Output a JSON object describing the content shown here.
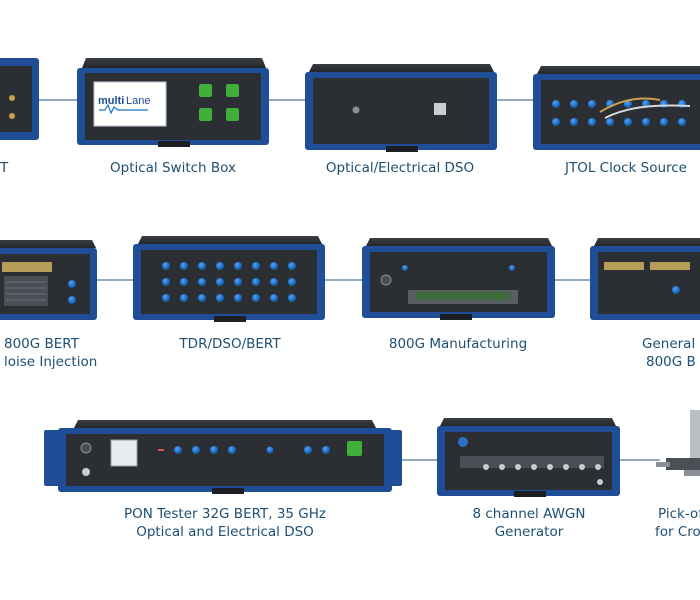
{
  "captions": {
    "c1": "T",
    "c2": "Optical Switch Box",
    "c3": "Optical/Electrical DSO",
    "c4": "JTOL Clock Source",
    "c5a": "800G BERT",
    "c5b": "loise Injection",
    "c6": "TDR/DSO/BERT",
    "c7": "800G Manufacturing",
    "c8a": "General P",
    "c8b": "800G B",
    "c9a": "PON Tester 32G BERT, 35 GHz",
    "c9b": "Optical and Electrical DSO",
    "c10a": "8 channel AWGN",
    "c10b": "Generator",
    "c11a": "Pick-of",
    "c11b": "for Cro"
  },
  "logo": {
    "text": "multiLane"
  },
  "colors": {
    "chassis_blue": "#1f4e96",
    "panel_dark": "#2b2e33",
    "connector_blue": "#1a73c8",
    "caption": "#1d4f73",
    "link_line": "#6e8fae"
  }
}
